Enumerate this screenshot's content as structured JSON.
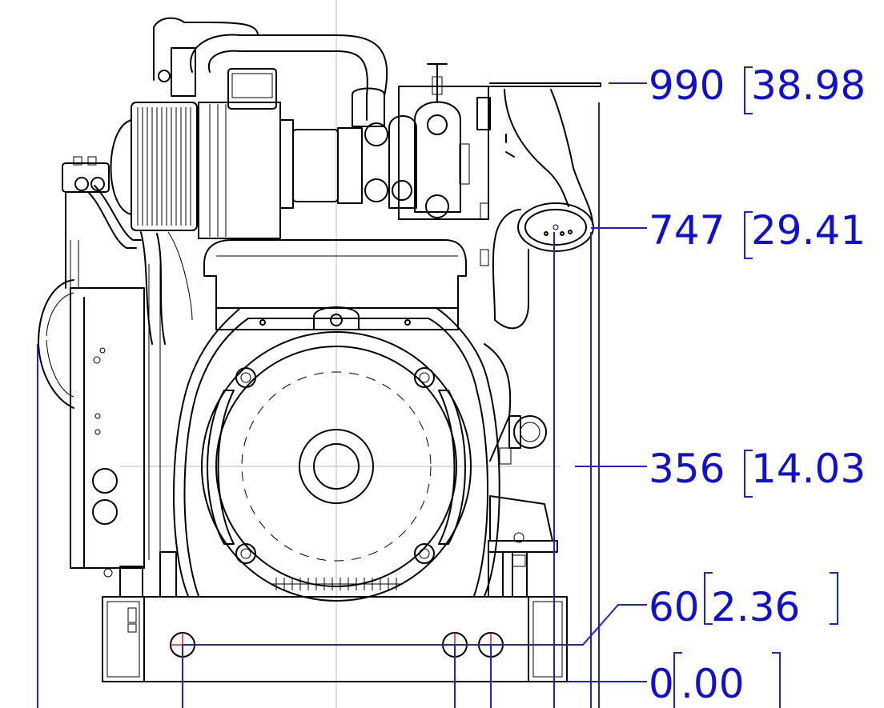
{
  "drawing": {
    "subject": "generator set end elevation",
    "dimension_color": "#1010d0",
    "centerline_color": "#b8b8b8",
    "hole_mark_color": "#e02020"
  },
  "dimensions": [
    {
      "mm": "990",
      "in": "38.98"
    },
    {
      "mm": "747",
      "in": "29.41"
    },
    {
      "mm": "356",
      "in": "14.03"
    },
    {
      "mm": "60",
      "in": "2.36"
    },
    {
      "mm": "0",
      "in": ".00"
    }
  ]
}
